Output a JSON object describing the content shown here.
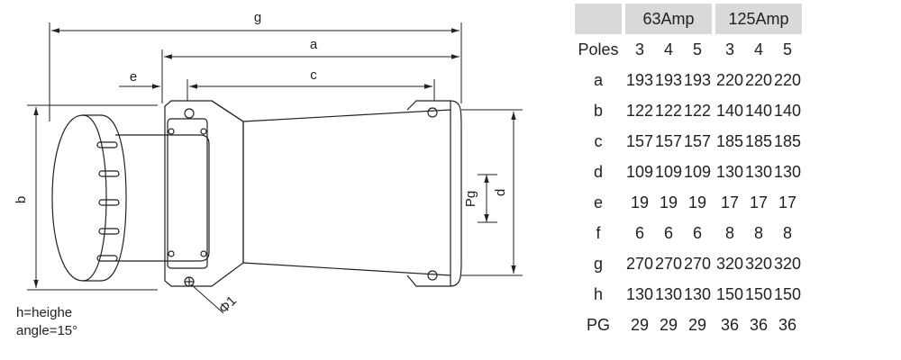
{
  "drawing": {
    "dimension_labels": {
      "g": "g",
      "a": "a",
      "c": "c",
      "e": "e",
      "b": "b",
      "d": "d",
      "pg": "Pg",
      "phi": "Φ1"
    },
    "notes": [
      "h=heighe",
      "angle=15°"
    ]
  },
  "table": {
    "groups": [
      "63Amp",
      "125Amp"
    ],
    "header": [
      "Poles",
      "3",
      "4",
      "5",
      "3",
      "4",
      "5"
    ],
    "rows": [
      [
        "a",
        "193",
        "193",
        "193",
        "220",
        "220",
        "220"
      ],
      [
        "b",
        "122",
        "122",
        "122",
        "140",
        "140",
        "140"
      ],
      [
        "c",
        "157",
        "157",
        "157",
        "185",
        "185",
        "185"
      ],
      [
        "d",
        "109",
        "109",
        "109",
        "130",
        "130",
        "130"
      ],
      [
        "e",
        "19",
        "19",
        "19",
        "17",
        "17",
        "17"
      ],
      [
        "f",
        "6",
        "6",
        "6",
        "8",
        "8",
        "8"
      ],
      [
        "g",
        "270",
        "270",
        "270",
        "320",
        "320",
        "320"
      ],
      [
        "h",
        "130",
        "130",
        "130",
        "150",
        "150",
        "150"
      ],
      [
        "PG",
        "29",
        "29",
        "29",
        "36",
        "36",
        "36"
      ]
    ]
  }
}
